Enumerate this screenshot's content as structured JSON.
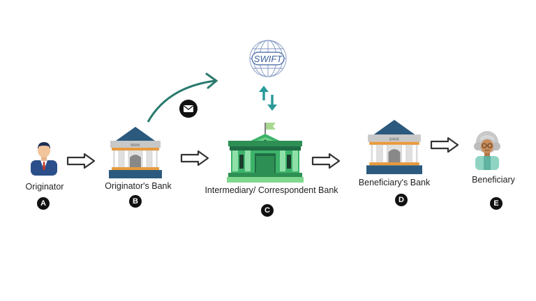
{
  "nodes": [
    {
      "label": "Originator",
      "badge": "A"
    },
    {
      "label": "Originator's Bank",
      "badge": "B",
      "sign": "BANK"
    },
    {
      "label": "Intermediary/ Correspondent Bank",
      "badge": "C"
    },
    {
      "label": "Beneficiary's  Bank",
      "badge": "D",
      "sign": "BANK"
    },
    {
      "label": "Beneficiary",
      "badge": "E"
    }
  ],
  "network": {
    "name": "SWIFT",
    "icon": "globe-icon"
  },
  "message_icon": "envelope-icon",
  "colors": {
    "teal": "#2a7a6e",
    "arrow_teal": "#2a9a9a",
    "bank_blue": "#2b5a7e",
    "bank_green": "#3db36a",
    "swift_blue": "#3a5fa0"
  }
}
